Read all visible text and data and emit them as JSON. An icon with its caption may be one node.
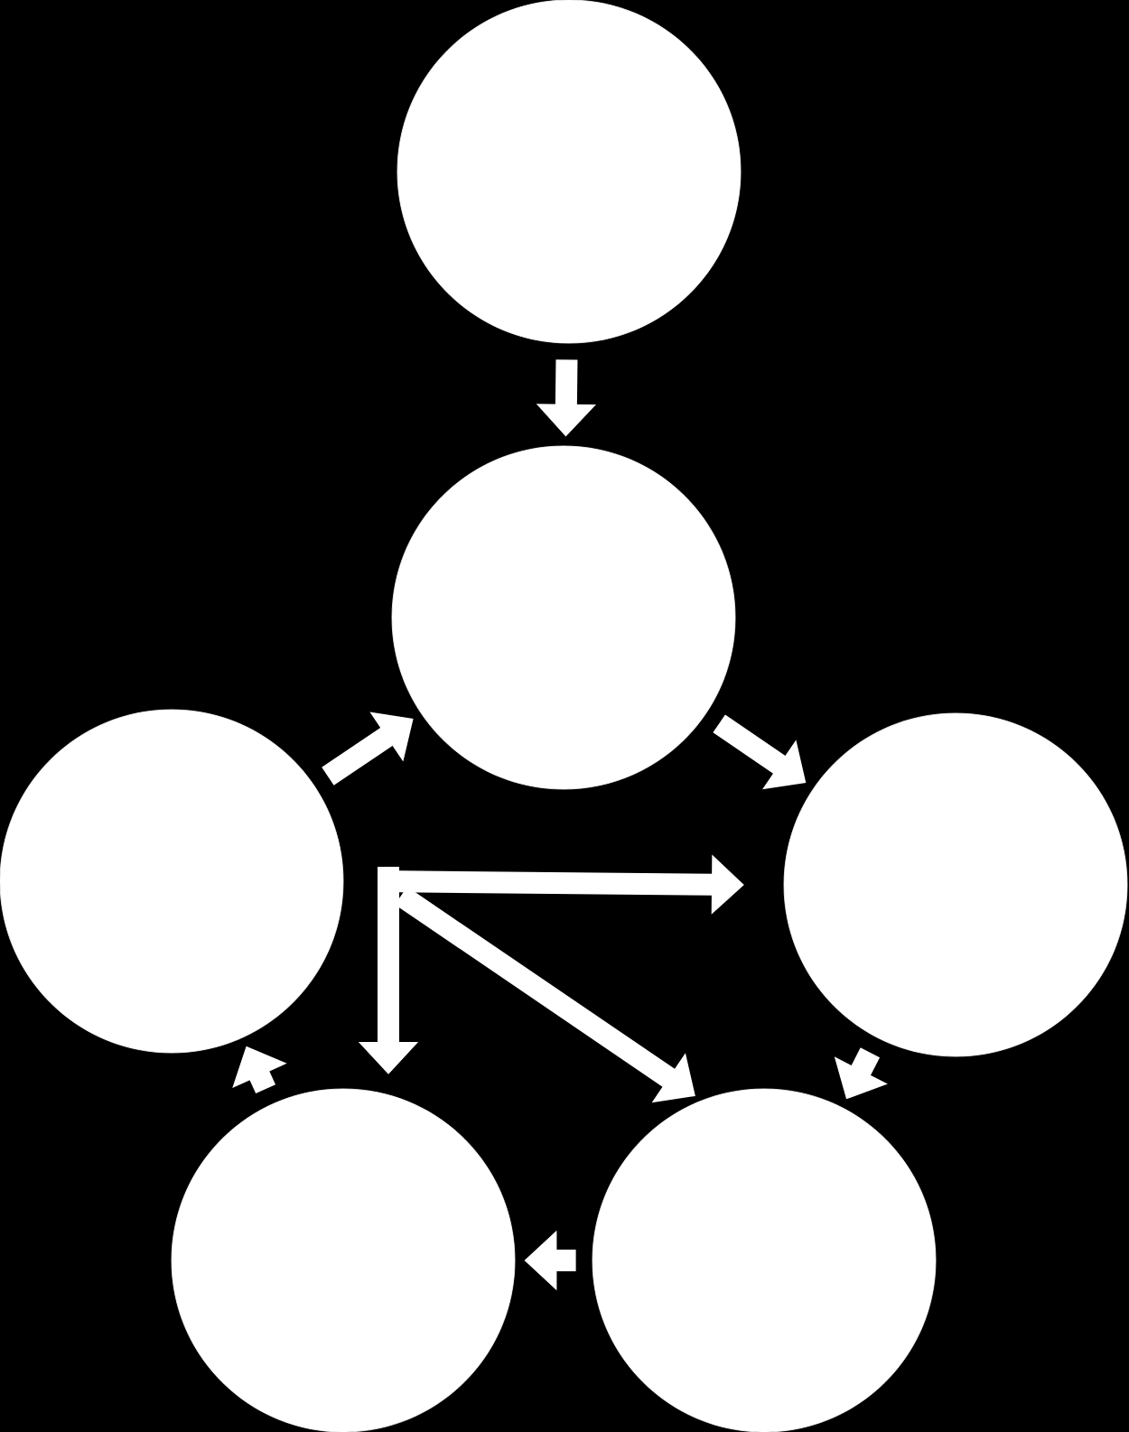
{
  "diagram": {
    "nodes": [
      {
        "text": [],
        "shape": "circle"
      },
      {
        "text": [],
        "shape": "circle"
      },
      {
        "text": [],
        "shape": "circle"
      },
      {
        "text": [],
        "shape": "circle"
      },
      {
        "text": [],
        "shape": "circle"
      },
      {
        "text": [],
        "shape": "circle"
      }
    ],
    "edges": [
      {
        "from": 0,
        "to": 1,
        "arrow": "to"
      },
      {
        "from": 1,
        "to": 3,
        "arrow": "to"
      },
      {
        "from": 3,
        "to": 5,
        "arrow": "to"
      },
      {
        "from": 5,
        "to": 4,
        "arrow": "to"
      },
      {
        "from": 4,
        "to": 2,
        "arrow": "to"
      },
      {
        "from": 2,
        "to": 1,
        "arrow": "to"
      },
      {
        "from": 2,
        "to": 3,
        "arrow": "to"
      },
      {
        "from": 2,
        "to": 4,
        "arrow": "to"
      },
      {
        "from": 2,
        "to": 5,
        "arrow": "to"
      }
    ]
  }
}
